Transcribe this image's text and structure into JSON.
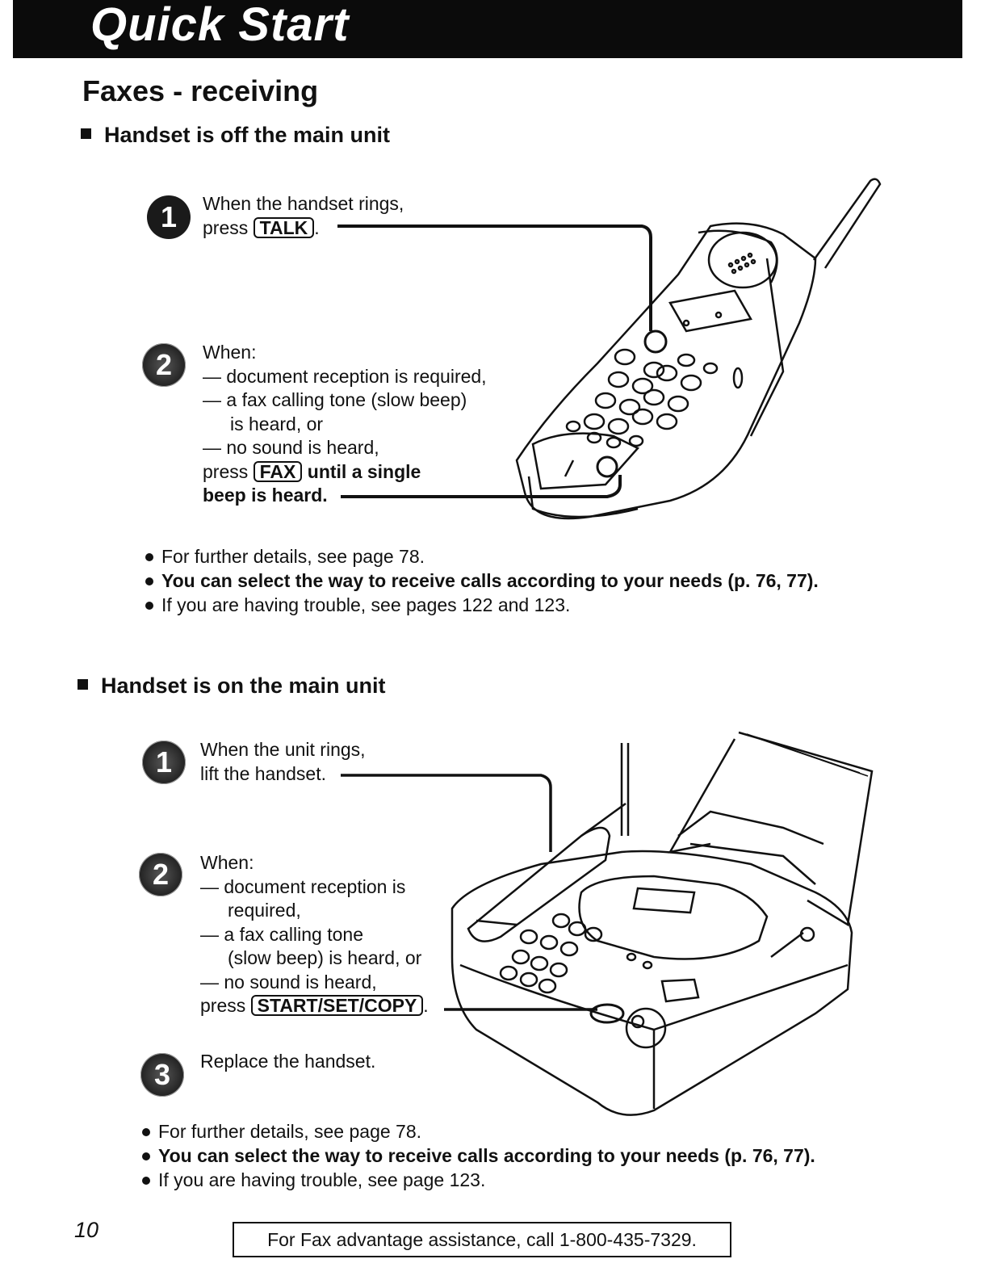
{
  "header": {
    "banner_title": "Quick Start"
  },
  "page_heading": "Faxes - receiving",
  "section1": {
    "heading": "Handset is off the main unit",
    "step1": {
      "number": "1",
      "line1": "When the handset rings,",
      "press_prefix": "press ",
      "key": "TALK",
      "suffix": "."
    },
    "step2": {
      "number": "2",
      "when": "When:",
      "cond1": "— document reception is required,",
      "cond2a": "— a fax calling tone (slow beep)",
      "cond2b": "is heard, or",
      "cond3": "— no sound is heard,",
      "press_prefix": "press ",
      "key": "FAX",
      "bold_suffix1": " until a single",
      "bold_suffix2": "beep is heard."
    },
    "bullets": [
      "For further details, see page 78.",
      "You can select the way to receive calls according to your needs (p. 76, 77).",
      "If you are having trouble, see pages 122 and 123."
    ]
  },
  "section2": {
    "heading": "Handset is on the main unit",
    "step1": {
      "number": "1",
      "line1": "When the unit rings,",
      "line2": "lift the handset."
    },
    "step2": {
      "number": "2",
      "when": "When:",
      "cond1a": "— document reception is",
      "cond1b": "required,",
      "cond2a": "— a fax calling tone",
      "cond2b": "(slow beep) is heard, or",
      "cond3": "— no sound is heard,",
      "press_prefix": "press ",
      "key": "START/SET/COPY",
      "suffix": "."
    },
    "step3": {
      "number": "3",
      "text": "Replace the handset."
    },
    "bullets": [
      "For further details, see page 78.",
      "You can select the way to receive calls according to your needs (p. 76, 77).",
      "If you are having trouble, see page 123."
    ]
  },
  "footer": {
    "page_number": "10",
    "helpline": "For Fax advantage assistance, call 1-800-435-7329."
  },
  "icons": [
    "cordless-handset-illustration",
    "fax-machine-illustration"
  ]
}
